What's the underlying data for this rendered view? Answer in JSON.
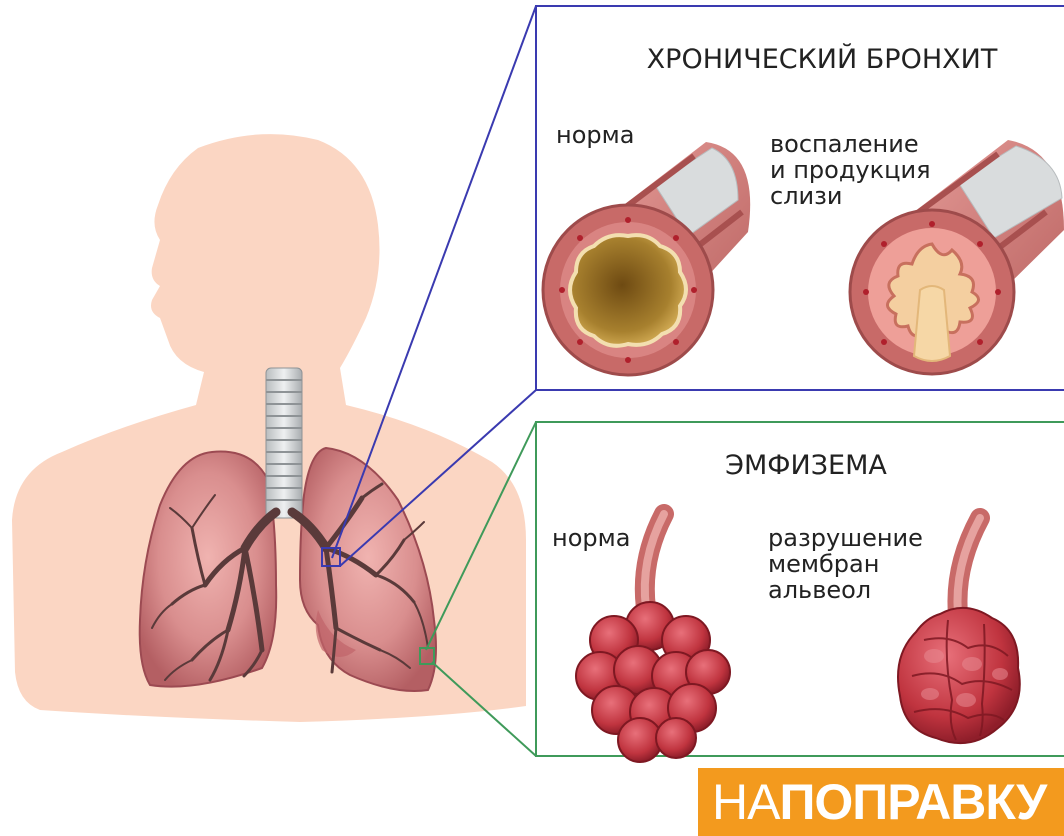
{
  "bronchitis": {
    "title": "ХРОНИЧЕСКИЙ БРОНХИТ",
    "normal_label": "норма",
    "inflamed_label_lines": [
      "воспаление",
      "и продукция",
      "слизи"
    ]
  },
  "emphysema": {
    "title": "ЭМФИЗЕМА",
    "normal_label": "норма",
    "damaged_label_lines": [
      "разрушение",
      "мембран",
      "альвеол"
    ]
  },
  "logo": {
    "part1": "НА",
    "part2": "ПОПРАВКУ"
  },
  "colors": {
    "skin": "#fbd6c3",
    "lung": "#d98e8e",
    "airway_wall": "#c86a68",
    "mucus": "#f6d7a6",
    "lumen": "#c49a3c",
    "alveoli": "#c0343f",
    "bronchitis_frame": "#3a3ab0",
    "emphysema_frame": "#3f9a5a",
    "logo_bg": "#f39a1e"
  }
}
